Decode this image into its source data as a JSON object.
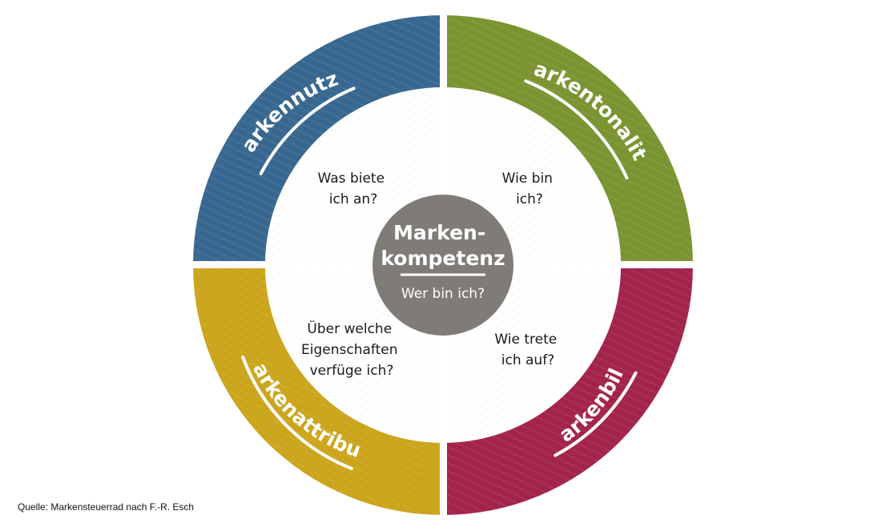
{
  "title": "Markensteuerrad",
  "center": {
    "title_line1": "Marken-",
    "title_line2": "kompetenz",
    "question": "Wer bin ich?",
    "color": "#7f7c78"
  },
  "quadrants": [
    {
      "key": "top-left",
      "label": "Markennutzen",
      "color": "#386890",
      "question_lines": [
        "Was biete",
        "ich an?"
      ]
    },
    {
      "key": "top-right",
      "label": "Markentonalität",
      "color": "#7a9431",
      "question_lines": [
        "Wie bin",
        "ich?"
      ]
    },
    {
      "key": "bottom-right",
      "label": "Markenbild",
      "color": "#a3244a",
      "question_lines": [
        "Wie trete",
        "ich auf?"
      ]
    },
    {
      "key": "bottom-left",
      "label": "Markenattribute",
      "color": "#cba51c",
      "question_lines": [
        "Über welche",
        "Eigenschaften",
        "verfüge ich?"
      ]
    }
  ],
  "source": "Quelle: Markensteuerrad nach F.-R. Esch"
}
